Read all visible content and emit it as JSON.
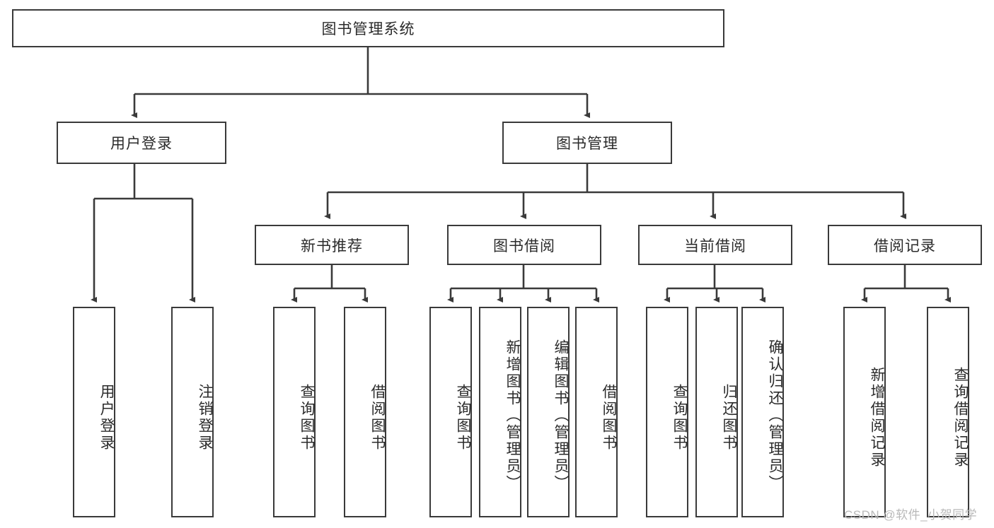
{
  "diagram": {
    "title_node": {
      "label": "图书管理系统"
    },
    "level1": [
      {
        "id": "user-login",
        "label": "用户登录"
      },
      {
        "id": "book-management",
        "label": "图书管理"
      }
    ],
    "level2": [
      {
        "id": "new-book-recommend",
        "label": "新书推荐"
      },
      {
        "id": "book-borrow",
        "label": "图书借阅"
      },
      {
        "id": "current-borrow",
        "label": "当前借阅"
      },
      {
        "id": "borrow-record",
        "label": "借阅记录"
      }
    ],
    "leaves": [
      {
        "id": "leaf-user-login",
        "label": "用户登录",
        "parent": "user-login"
      },
      {
        "id": "leaf-logout-login",
        "label": "注销登录",
        "parent": "user-login"
      },
      {
        "id": "leaf-query-book-1",
        "label": "查询图书",
        "parent": "new-book-recommend"
      },
      {
        "id": "leaf-borrow-book-1",
        "label": "借阅图书",
        "parent": "new-book-recommend"
      },
      {
        "id": "leaf-query-book-2",
        "label": "查询图书",
        "parent": "book-borrow"
      },
      {
        "id": "leaf-add-book",
        "label": "新增图书（管理员）",
        "parent": "book-borrow"
      },
      {
        "id": "leaf-edit-book",
        "label": "编辑图书（管理员）",
        "parent": "book-borrow"
      },
      {
        "id": "leaf-borrow-book-2",
        "label": "借阅图书",
        "parent": "book-borrow"
      },
      {
        "id": "leaf-query-book-3",
        "label": "查询图书",
        "parent": "current-borrow"
      },
      {
        "id": "leaf-return-book",
        "label": "归还图书",
        "parent": "current-borrow"
      },
      {
        "id": "leaf-confirm-return",
        "label": "确认归还（管理员）",
        "parent": "current-borrow"
      },
      {
        "id": "leaf-add-record",
        "label": "新增借阅记录",
        "parent": "borrow-record"
      },
      {
        "id": "leaf-query-record",
        "label": "查询借阅记录",
        "parent": "borrow-record"
      }
    ]
  },
  "watermark": {
    "text": "CSDN @软件_小贺同学"
  },
  "colors": {
    "stroke": "#3a3a3a",
    "text": "#2b2b2b",
    "background": "#ffffff",
    "watermark": "#b9b9b9"
  }
}
